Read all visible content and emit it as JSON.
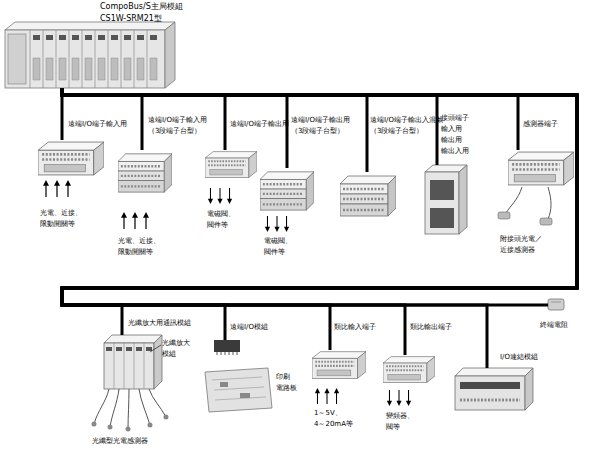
{
  "diagram": {
    "nodes": [
      {
        "text": [
          "CompoBus/S主局模組",
          "CS1W-SRM21型"
        ]
      },
      {
        "text": [
          "遠端I/O端子輸入用",
          "光電、近接、 限動開關等"
        ]
      },
      {
        "text": [
          "遠端I/O端子輸入用 （3段端子台型）",
          "光電、近接、 限動開關等"
        ]
      },
      {
        "text": [
          "遠端I/O端子輸出用",
          "電磁閥、 閥件等"
        ]
      },
      {
        "text": [
          "遠端I/O端子輸出用 （3段端子台型）",
          "電磁閥、 閥件等"
        ]
      },
      {
        "text": [
          "遠端I/O端子輸出入混載 （3段端子台型）"
        ]
      },
      {
        "text": [
          "接頭端子 輸入用 輸出用 輸出入用"
        ]
      },
      {
        "text": [
          "感測器端子",
          "附接頭光電／ 近接感測器"
        ]
      },
      {
        "text": [
          "光纖放大用通訊模組",
          "光纖型光電感測器"
        ]
      },
      {
        "text": [
          "遠端I/O模組"
        ]
      },
      {
        "text": [
          "類比輸入端子",
          "1～5V、 4～20mA等"
        ]
      },
      {
        "text": [
          "類比輸出端子",
          "變頻器、 閥等"
        ]
      },
      {
        "text": [
          "I/O連結模組"
        ]
      },
      {
        "text": [
          "終端電阻"
        ]
      }
    ],
    "edges": [
      {
        "from": 0,
        "to": 1,
        "arrow": "none"
      },
      {
        "from": 0,
        "to": 2,
        "arrow": "none"
      },
      {
        "from": 0,
        "to": 3,
        "arrow": "none"
      },
      {
        "from": 0,
        "to": 4,
        "arrow": "none"
      },
      {
        "from": 0,
        "to": 5,
        "arrow": "none"
      },
      {
        "from": 0,
        "to": 6,
        "arrow": "none"
      },
      {
        "from": 0,
        "to": 7,
        "arrow": "none"
      },
      {
        "from": 0,
        "to": 8,
        "arrow": "none"
      },
      {
        "from": 0,
        "to": 9,
        "arrow": "none"
      },
      {
        "from": 0,
        "to": 10,
        "arrow": "none"
      },
      {
        "from": 0,
        "to": 11,
        "arrow": "none"
      },
      {
        "from": 0,
        "to": 12,
        "arrow": "none"
      },
      {
        "from": 0,
        "to": 13,
        "arrow": "none"
      }
    ],
    "labels": [
      "光纖放大 模組",
      "印刷 電路板"
    ]
  }
}
